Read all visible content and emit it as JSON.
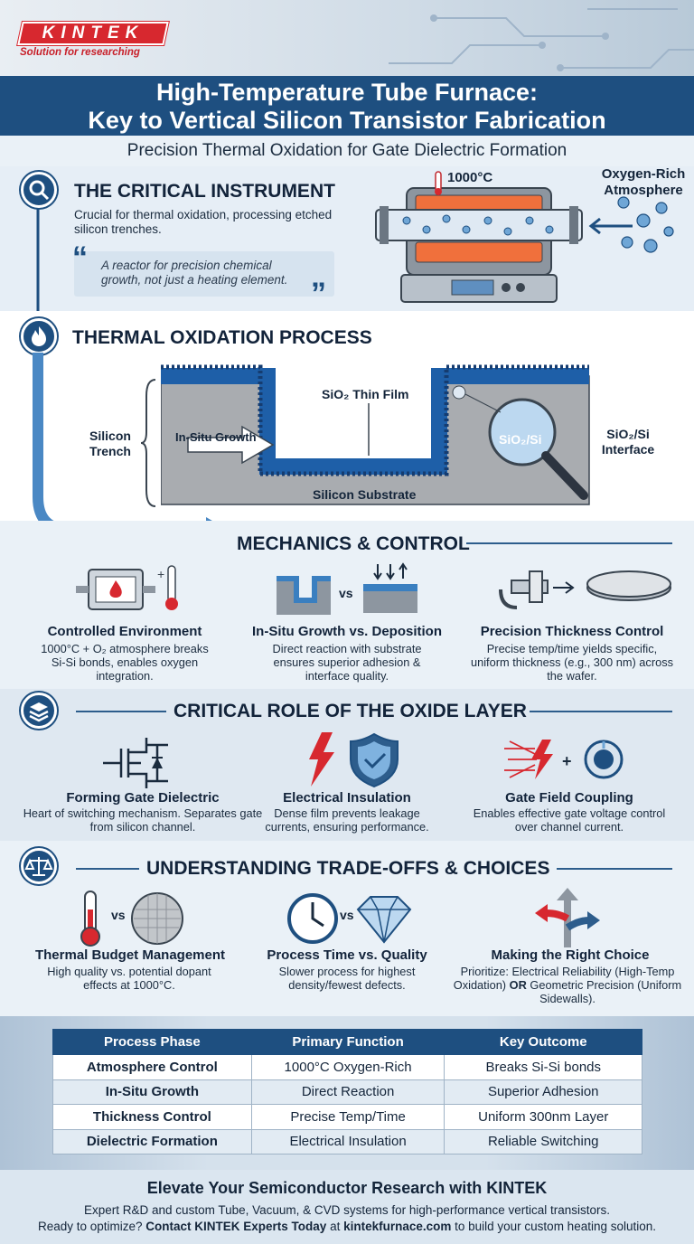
{
  "brand": {
    "name": "KINTEK",
    "tagline": "Solution for researching"
  },
  "title_line1": "High-Temperature Tube Furnace:",
  "title_line2": "Key to Vertical Silicon Transistor Fabrication",
  "subtitle": "Precision Thermal Oxidation for Gate Dielectric Formation",
  "instrument": {
    "heading": "THE CRITICAL INSTRUMENT",
    "desc": "Crucial for thermal oxidation, processing etched silicon trenches.",
    "quote": "A reactor for precision chemical growth, not just a heating element.",
    "temp": "1000°C",
    "atmosphere": "Oxygen-Rich Atmosphere"
  },
  "oxidation": {
    "heading": "THERMAL OXIDATION PROCESS",
    "film_label": "SiO₂ Thin Film",
    "trench_label": "Silicon Trench",
    "growth_label": "In-Situ Growth",
    "substrate_label": "Silicon Substrate",
    "lens_label": "SiO₂/Si",
    "interface_label": "SiO₂/Si Interface"
  },
  "mechanics": {
    "heading": "MECHANICS & CONTROL",
    "items": [
      {
        "title": "Controlled Environment",
        "desc": "1000°C + O₂ atmosphere breaks Si-Si bonds, enables oxygen integration."
      },
      {
        "title": "In-Situ Growth vs. Deposition",
        "desc": "Direct reaction with substrate ensures superior adhesion & interface quality."
      },
      {
        "title": "Precision Thickness Control",
        "desc": "Precise temp/time yields specific, uniform thickness (e.g., 300 nm) across the wafer."
      }
    ],
    "vs": "vs"
  },
  "roles": {
    "heading": "CRITICAL ROLE OF THE OXIDE LAYER",
    "items": [
      {
        "title": "Forming Gate Dielectric",
        "desc": "Heart of switching mechanism. Separates gate from silicon channel."
      },
      {
        "title": "Electrical Insulation",
        "desc": "Dense film prevents leakage currents, ensuring performance."
      },
      {
        "title": "Gate Field Coupling",
        "desc": "Enables effective gate voltage control over channel current."
      }
    ],
    "plus": "+"
  },
  "tradeoffs": {
    "heading": "UNDERSTANDING TRADE-OFFS & CHOICES",
    "items": [
      {
        "title": "Thermal Budget Management",
        "desc": "High quality vs. potential dopant effects at 1000°C."
      },
      {
        "title": "Process Time vs. Quality",
        "desc": "Slower process for highest density/fewest defects."
      },
      {
        "title": "Making the Right Choice",
        "desc_a": "Prioritize: Electrical Reliability (High-Temp Oxidation) ",
        "desc_or": "OR",
        "desc_b": " Geometric Precision (Uniform Sidewalls)."
      }
    ],
    "vs": "vs"
  },
  "table": {
    "headers": [
      "Process Phase",
      "Primary Function",
      "Key Outcome"
    ],
    "rows": [
      [
        "Atmosphere Control",
        "1000°C Oxygen-Rich",
        "Breaks Si-Si bonds"
      ],
      [
        "In-Situ Growth",
        "Direct Reaction",
        "Superior Adhesion"
      ],
      [
        "Thickness Control",
        "Precise Temp/Time",
        "Uniform 300nm Layer"
      ],
      [
        "Dielectric Formation",
        "Electrical Insulation",
        "Reliable Switching"
      ]
    ]
  },
  "footer": {
    "heading": "Elevate Your Semiconductor Research with KINTEK",
    "line1": "Expert R&D and custom Tube, Vacuum, & CVD systems for high-performance vertical transistors.",
    "line2_a": "Ready to optimize? ",
    "line2_b": "Contact KINTEK Experts Today",
    "line2_c": " at ",
    "line2_d": "kintekfurnace.com",
    "line2_e": " to build your custom heating solution."
  }
}
